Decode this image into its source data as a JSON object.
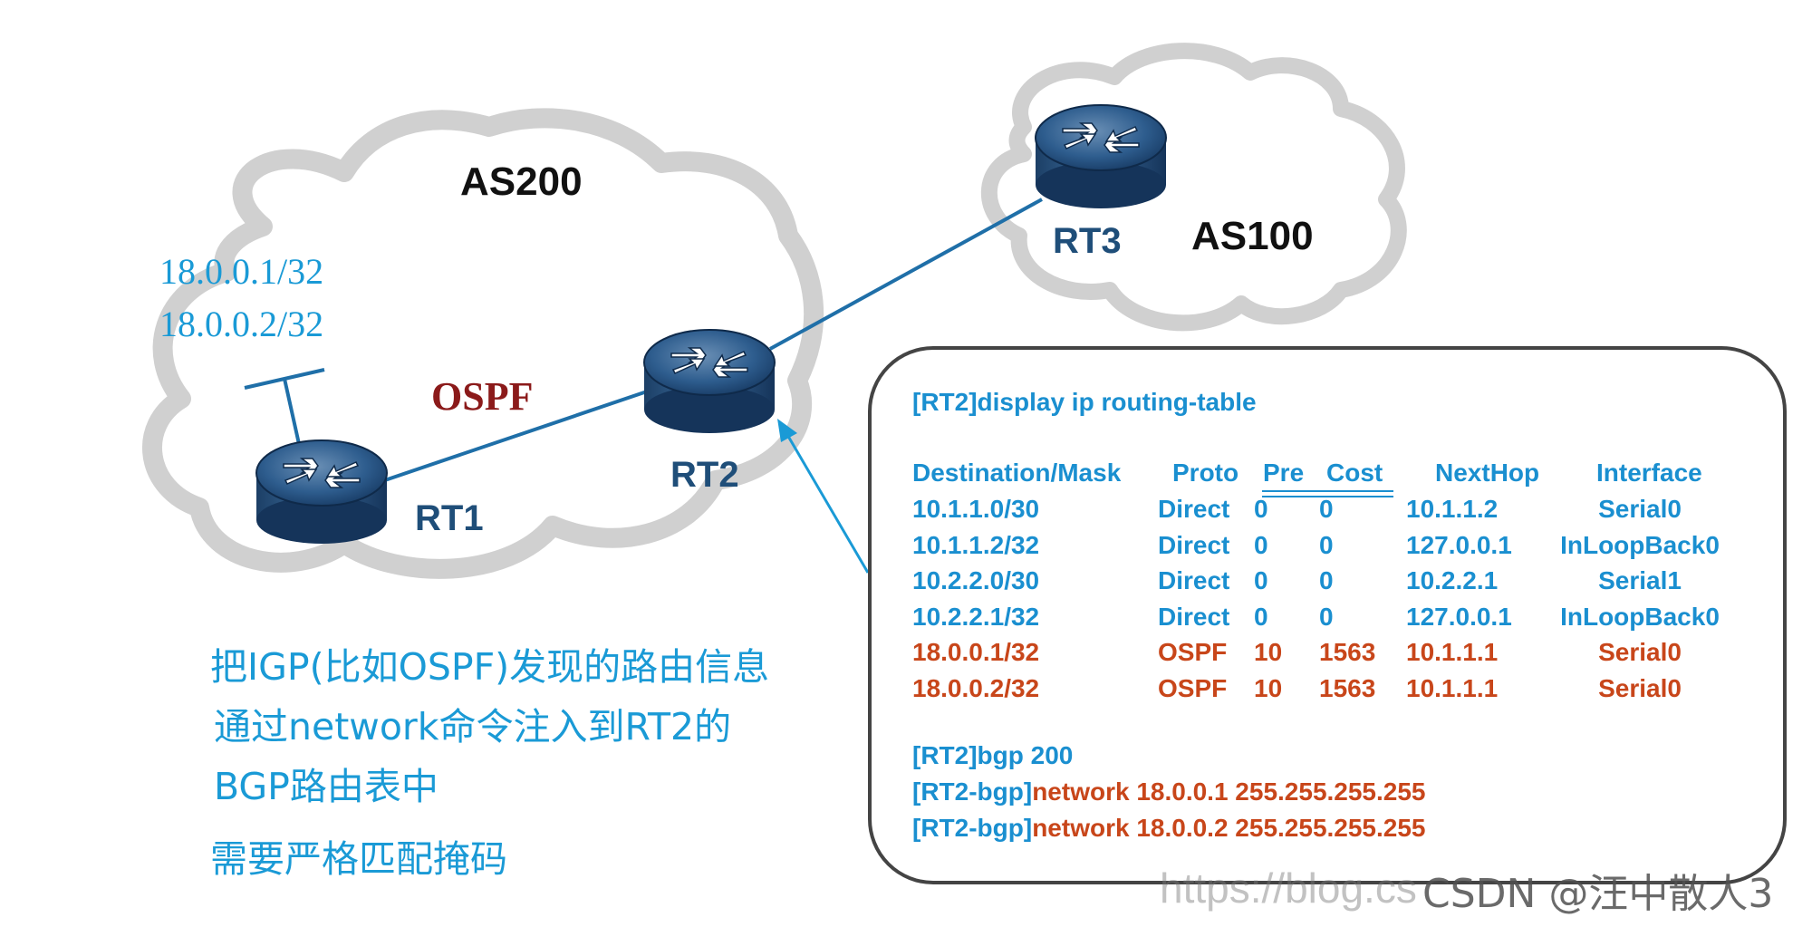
{
  "clouds": {
    "as200": {
      "label": "AS200"
    },
    "as100": {
      "label": "AS100"
    }
  },
  "routers": [
    {
      "id": "rt1",
      "label": "RT1"
    },
    {
      "id": "rt2",
      "label": "RT2"
    },
    {
      "id": "rt3",
      "label": "RT3"
    }
  ],
  "stub_prefixes": [
    "18.0.0.1/32",
    "18.0.0.2/32"
  ],
  "link_protocol": "OSPF",
  "note_lines": [
    "把IGP(比如OSPF)发现的路由信息",
    "通过network命令注入到RT2的",
    "BGP路由表中"
  ],
  "note_extra": "需要严格匹配掩码",
  "console": {
    "command": "[RT2]display ip routing-table",
    "headers": [
      "Destination/Mask",
      "Proto",
      "Pre",
      "Cost",
      "NextHop",
      "Interface"
    ],
    "rows": [
      {
        "dest": "10.1.1.0/30",
        "proto": "Direct",
        "pre": "0",
        "cost": "0",
        "nexthop": "10.1.1.2",
        "iface": "Serial0",
        "color": "#1a8fd0"
      },
      {
        "dest": "10.1.1.2/32",
        "proto": "Direct",
        "pre": "0",
        "cost": "0",
        "nexthop": "127.0.0.1",
        "iface": "InLoopBack0",
        "color": "#1a8fd0"
      },
      {
        "dest": "10.2.2.0/30",
        "proto": "Direct",
        "pre": "0",
        "cost": "0",
        "nexthop": "10.2.2.1",
        "iface": "Serial1",
        "color": "#1a8fd0"
      },
      {
        "dest": "10.2.2.1/32",
        "proto": "Direct",
        "pre": "0",
        "cost": "0",
        "nexthop": "127.0.0.1",
        "iface": "InLoopBack0",
        "color": "#1a8fd0"
      },
      {
        "dest": "18.0.0.1/32",
        "proto": "OSPF",
        "pre": "10",
        "cost": "1563",
        "nexthop": "10.1.1.1",
        "iface": "Serial0",
        "color": "#c8461a"
      },
      {
        "dest": "18.0.0.2/32",
        "proto": "OSPF",
        "pre": "10",
        "cost": "1563",
        "nexthop": "10.1.1.1",
        "iface": "Serial0",
        "color": "#c8461a"
      }
    ],
    "bgp_command": "[RT2]bgp 200",
    "bgp_prompt": "[RT2-bgp]",
    "network_cmds": [
      "network 18.0.0.1 255.255.255.255",
      "network 18.0.0.2 255.255.255.255"
    ]
  },
  "watermark": "https://blog.cs",
  "csdn_mark": "CSDN @汪中散人3"
}
